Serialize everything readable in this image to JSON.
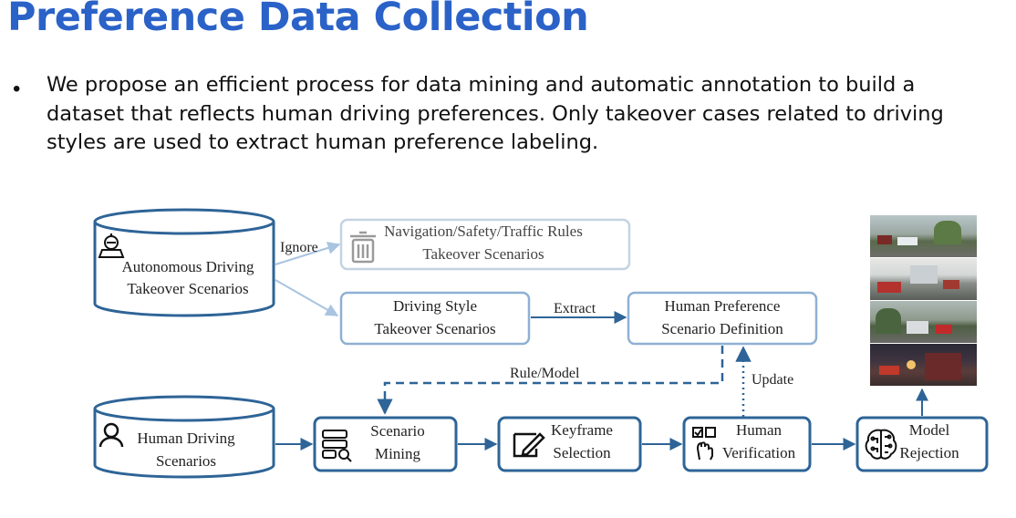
{
  "slide": {
    "title": "Preference Data Collection",
    "bullet": "We propose an efficient process for data mining and automatic annotation to build a dataset that reflects human driving preferences. Only takeover cases related to driving styles are used to extract human preference labeling."
  },
  "diagram": {
    "sources": {
      "autonomous_line1": "Autonomous Driving",
      "autonomous_line2": "Takeover Scenarios",
      "human_line1": "Human Driving",
      "human_line2": "Scenarios"
    },
    "boxes": {
      "nav_line1": "Navigation/Safety/Traffic Rules",
      "nav_line2": "Takeover Scenarios",
      "style_line1": "Driving Style",
      "style_line2": "Takeover Scenarios",
      "pref_line1": "Human Preference",
      "pref_line2": "Scenario Definition",
      "mining_line1": "Scenario",
      "mining_line2": "Mining",
      "keyframe_line1": "Keyframe",
      "keyframe_line2": "Selection",
      "verify_line1": "Human",
      "verify_line2": "Verification",
      "reject_line1": "Model",
      "reject_line2": "Rejection"
    },
    "edge_labels": {
      "ignore": "Ignore",
      "extract": "Extract",
      "rule_model": "Rule/Model",
      "update": "Update"
    },
    "icons": [
      "robot-driver-icon",
      "trash-icon",
      "person-icon",
      "scenario-mining-icon",
      "keyframe-edit-icon",
      "touch-select-icon",
      "brain-chip-icon"
    ],
    "colors": {
      "title": "#2b62c8",
      "box_border": "#2e6497",
      "faded_border": "#c4d2e3"
    }
  }
}
